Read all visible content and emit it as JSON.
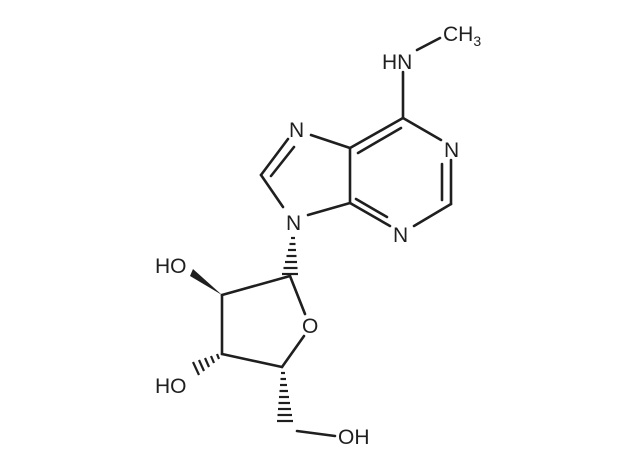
{
  "molecule": {
    "atoms": {
      "nh": "HN",
      "ch3_main": "CH",
      "ch3_sub": "3",
      "n1": "N",
      "n3": "N",
      "n7": "N",
      "n9": "N",
      "o_ring": "O",
      "oh_2": "HO",
      "oh_3": "HO",
      "oh_5": "OH"
    }
  }
}
